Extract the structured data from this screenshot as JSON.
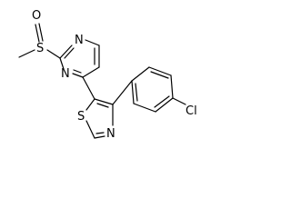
{
  "molecule": {
    "atom_labels": {
      "sulfoxide_sulfur": "S",
      "sulfoxide_oxygen": "O",
      "pyrimidine_n1": "N",
      "pyrimidine_n3": "N",
      "thiazole_sulfur": "S",
      "thiazole_nitrogen": "N",
      "chlorine": "Cl"
    }
  }
}
